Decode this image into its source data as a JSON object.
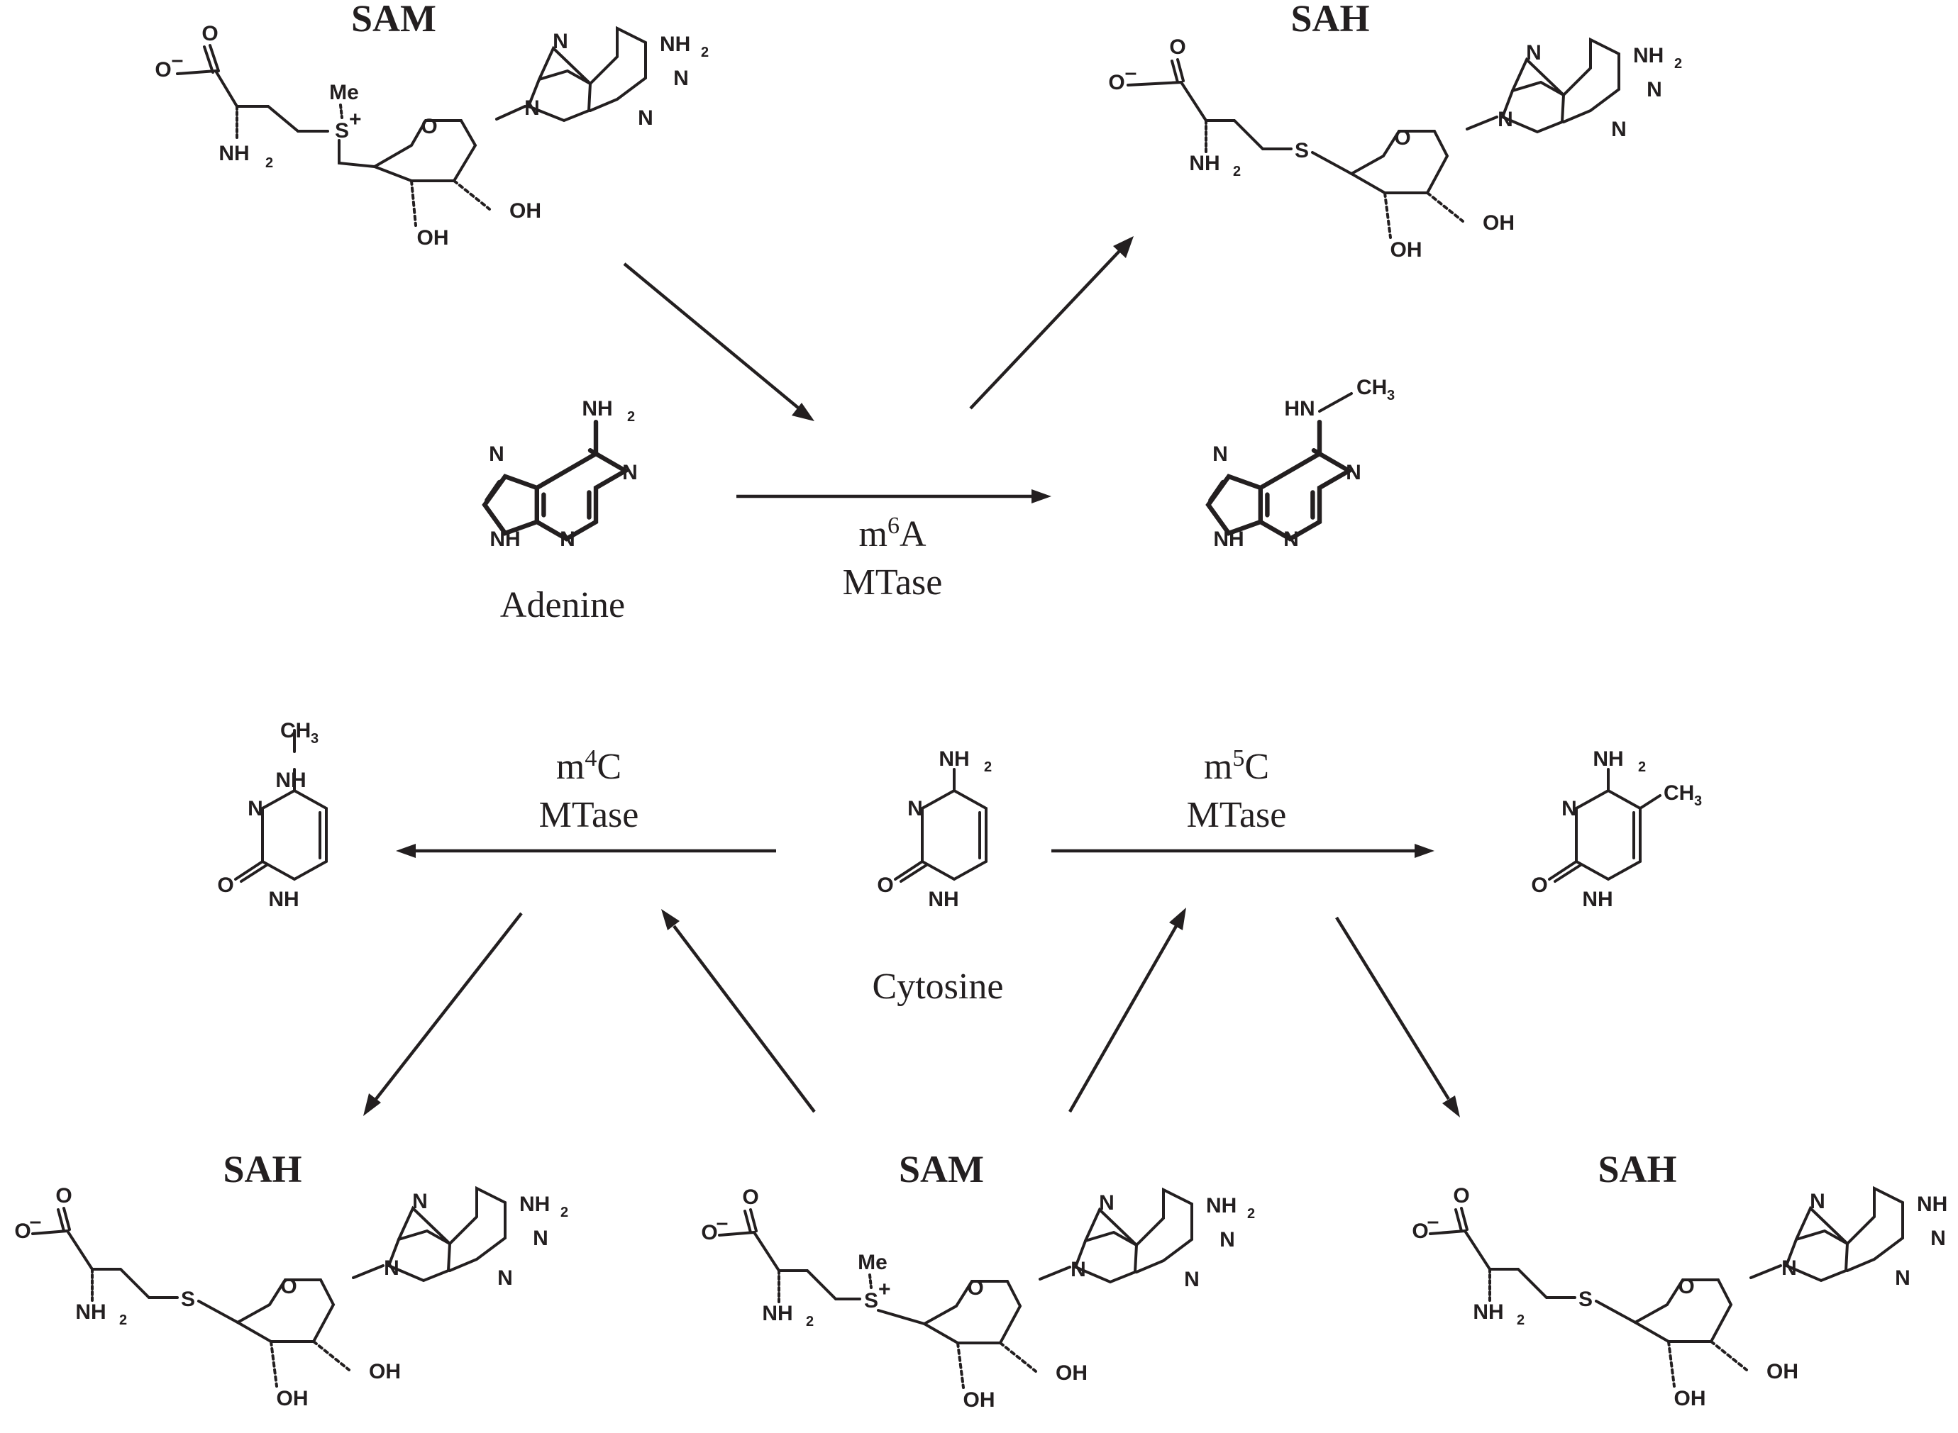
{
  "molecules": {
    "sam_top": {
      "title": "SAM"
    },
    "sah_top": {
      "title": "SAH"
    },
    "sah_bottom_left": {
      "title": "SAH"
    },
    "sam_bottom": {
      "title": "SAM"
    },
    "sah_bottom_right": {
      "title": "SAH"
    }
  },
  "substrates": {
    "adenine": "Adenine",
    "cytosine": "Cytosine"
  },
  "enzymes": {
    "m6a": {
      "prefix": "m",
      "superscript": "6",
      "base": "A",
      "enzyme": "MTase"
    },
    "m4c": {
      "prefix": "m",
      "superscript": "4",
      "base": "C",
      "enzyme": "MTase"
    },
    "m5c": {
      "prefix": "m",
      "superscript": "5",
      "base": "C",
      "enzyme": "MTase"
    }
  },
  "atoms": {
    "o": "O",
    "n": "N",
    "s": "S",
    "h": "H",
    "nh": "NH",
    "hn": "HN",
    "nh2": "NH",
    "sub2": "2",
    "ch": "CH",
    "sub3": "3",
    "oh": "OH",
    "me": "Me",
    "minus": "–",
    "plus": "+"
  },
  "colors": {
    "ink": "#231f20",
    "background": "#ffffff"
  }
}
